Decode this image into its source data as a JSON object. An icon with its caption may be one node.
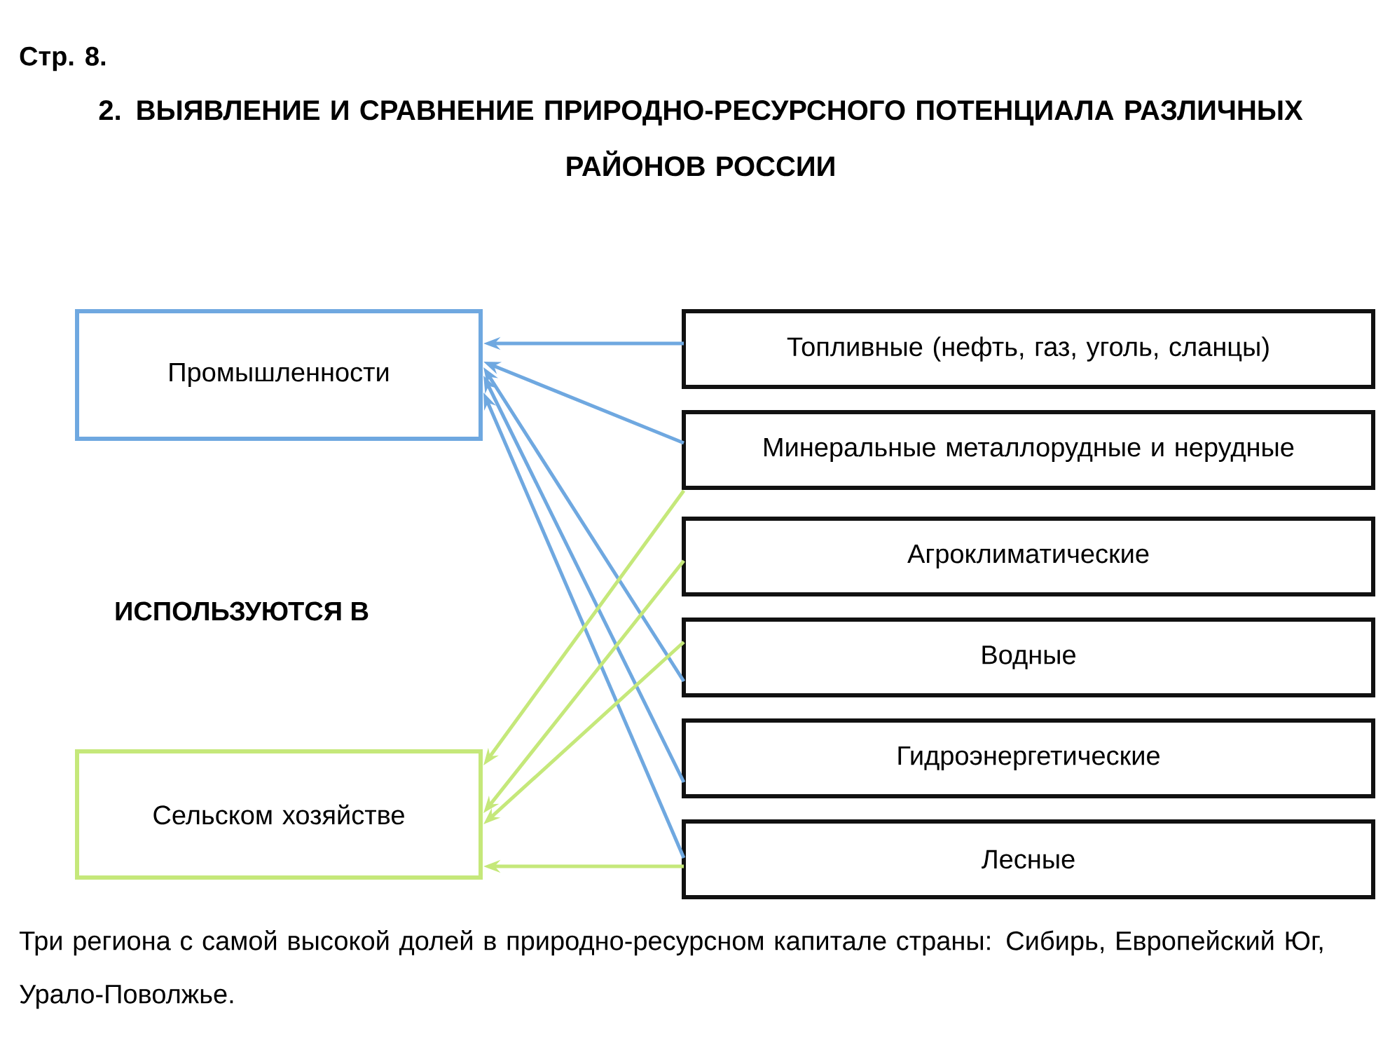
{
  "diagram": {
    "title": "2. ВЫЯВЛЕНИЕ И СРАВНЕНИЕ ПРИРОДНО-РЕСУРСНОГО ПОТЕНЦИАЛА РАЗЛИЧНЫХ РАЙОНОВ РОССИИ",
    "caption": "Три региона с самой высокой долей в природно-ресурсном капитале страны: Сибирь, Европейский Юг, Урало-Поволжье.",
    "nodes": [
      {
        "text": [
          "Промышленности"
        ]
      },
      {
        "text": [
          "Сельском хозяйстве"
        ]
      },
      {
        "text": [
          "Топливные (нефть, газ, уголь, сланцы)"
        ]
      },
      {
        "text": [
          "Минеральные металлорудные и нерудные"
        ]
      },
      {
        "text": [
          "Агроклиматические"
        ]
      },
      {
        "text": [
          "Водные"
        ]
      },
      {
        "text": [
          "Гидроэнергетические"
        ]
      },
      {
        "text": [
          "Лесные"
        ]
      }
    ],
    "edges": [
      {
        "from": 2,
        "to": 0,
        "arrow": "to"
      },
      {
        "from": 3,
        "to": 0,
        "arrow": "to"
      },
      {
        "from": 5,
        "to": 0,
        "arrow": "to"
      },
      {
        "from": 6,
        "to": 0,
        "arrow": "to"
      },
      {
        "from": 7,
        "to": 0,
        "arrow": "to"
      },
      {
        "from": 3,
        "to": 1,
        "arrow": "to",
        "color": "#c5e87a"
      },
      {
        "from": 4,
        "to": 1,
        "arrow": "to",
        "color": "#c5e87a"
      },
      {
        "from": 5,
        "to": 1,
        "arrow": "to",
        "color": "#c5e87a"
      },
      {
        "from": 7,
        "to": 1,
        "arrow": "to",
        "color": "#c5e87a"
      }
    ],
    "labels": [
      "Стр. 8.",
      "ИСПОЛЬЗУЮТСЯ В"
    ]
  }
}
